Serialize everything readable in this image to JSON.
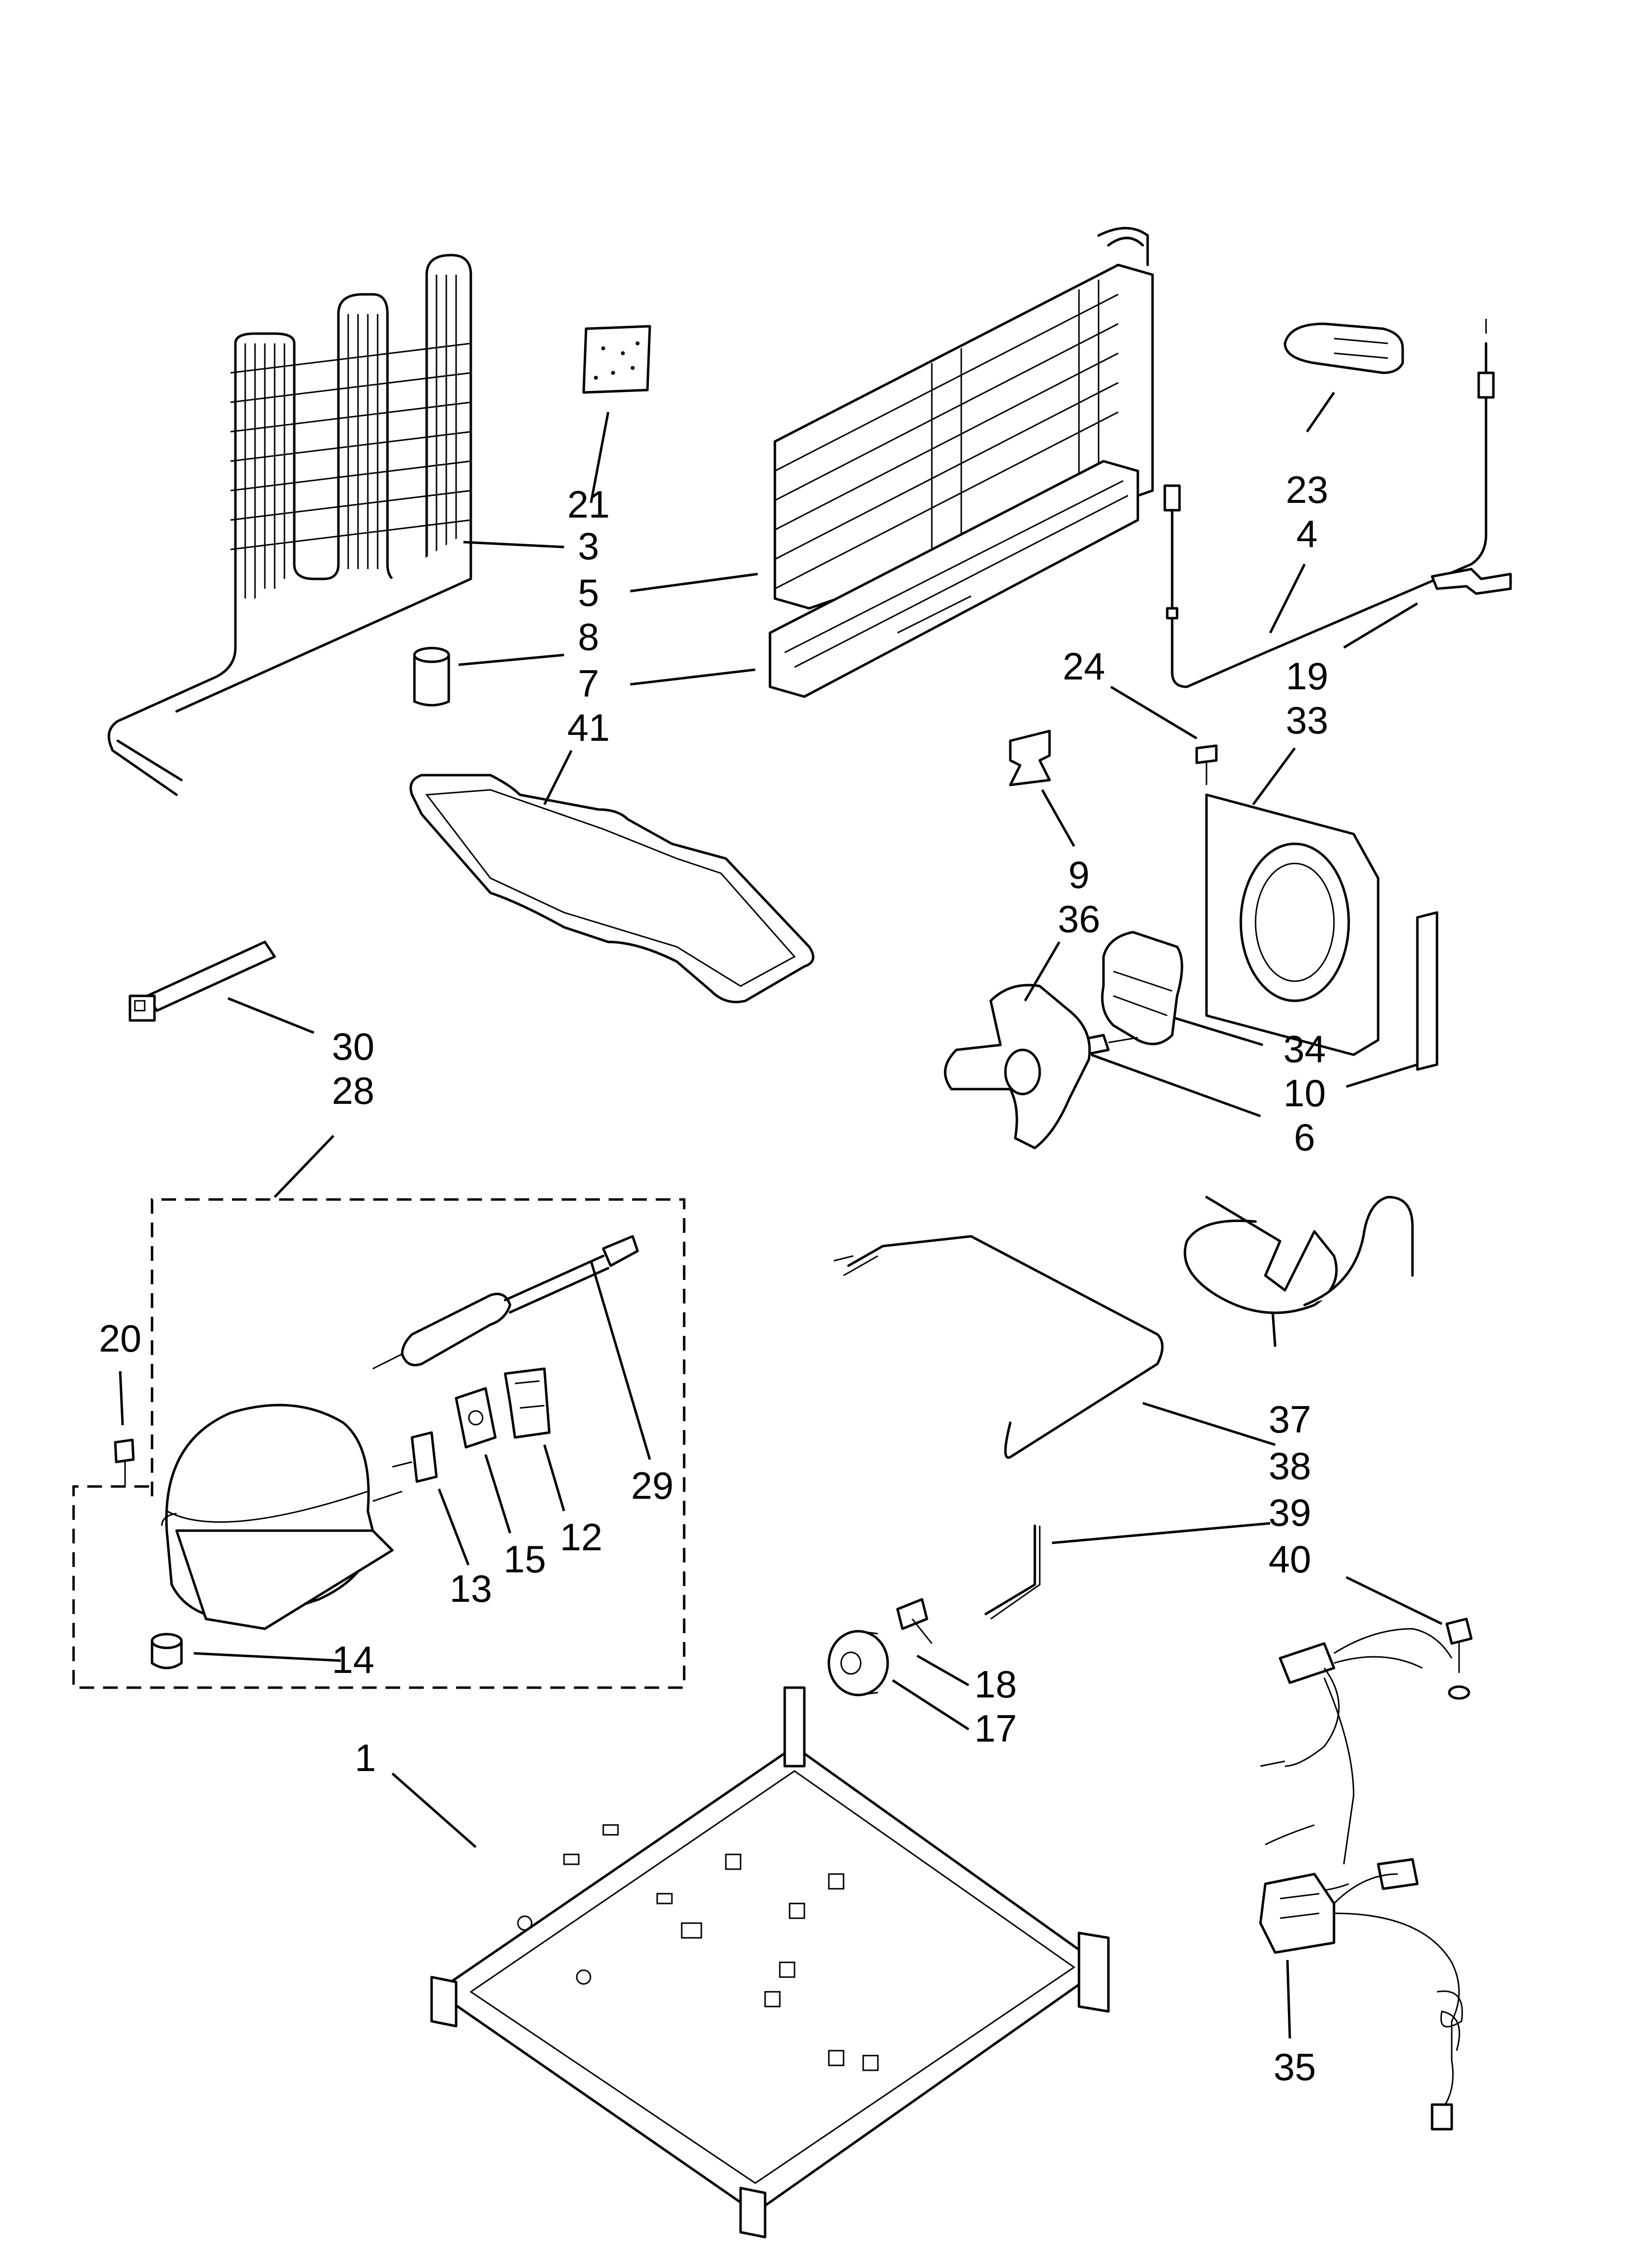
{
  "callouts": {
    "c1": "1",
    "c3": "3",
    "c4": "4",
    "c5": "5",
    "c6": "6",
    "c7": "7",
    "c8": "8",
    "c9": "9",
    "c10": "10",
    "c12": "12",
    "c13": "13",
    "c14": "14",
    "c15": "15",
    "c17": "17",
    "c18": "18",
    "c19": "19",
    "c20": "20",
    "c21": "21",
    "c23": "23",
    "c24": "24",
    "c28": "28",
    "c29": "29",
    "c30": "30",
    "c33": "33",
    "c34": "34",
    "c35": "35",
    "c36": "36",
    "c37": "37",
    "c38": "38",
    "c39": "39",
    "c40": "40",
    "c41": "41"
  },
  "parts": {
    "p1": "base-frame",
    "p3": "condenser",
    "p4": "thermistor-wire",
    "p5": "evaporator",
    "p6": "screw",
    "p7": "evaporator-cover",
    "p8": "filter-drier",
    "p9": "clip",
    "p10": "tape",
    "p12": "relay",
    "p13": "connector",
    "p14": "grommet",
    "p15": "overload",
    "p17": "roller",
    "p18": "pin",
    "p19": "bracket",
    "p20": "screw",
    "p21": "insulation-pad",
    "p23": "cap",
    "p24": "screw",
    "p28": "compressor-group",
    "p29": "capacitor-wire",
    "p30": "cable-tie",
    "p33": "fan-shroud",
    "p34": "fan-motor",
    "p35": "wire-harness",
    "p36": "fan-blade",
    "p37": "suction-tube",
    "p38": "discharge-tube",
    "p39": "tube",
    "p40": "screw",
    "p41": "drain-pan"
  }
}
